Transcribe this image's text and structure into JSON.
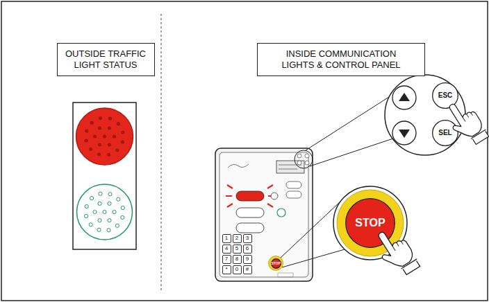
{
  "diagram": {
    "nodes": [
      {
        "text": [
          "OUTSIDE TRAFFIC LIGHT STATUS"
        ]
      },
      {
        "text": [
          "INSIDE COMMUNICATION LIGHTS & CONTROL PANEL"
        ]
      },
      {
        "text": [
          "ESC"
        ]
      },
      {
        "text": [
          "SEL"
        ]
      },
      {
        "text": [
          "1"
        ]
      },
      {
        "text": [
          "2"
        ]
      },
      {
        "text": [
          "3"
        ]
      },
      {
        "text": [
          "4"
        ]
      },
      {
        "text": [
          "5"
        ]
      },
      {
        "text": [
          "6"
        ]
      },
      {
        "text": [
          "7"
        ]
      },
      {
        "text": [
          "8"
        ]
      },
      {
        "text": [
          "9"
        ]
      },
      {
        "text": [
          "*"
        ]
      },
      {
        "text": [
          "0"
        ]
      },
      {
        "text": [
          "#"
        ]
      },
      {
        "text": [
          "STOP"
        ]
      },
      {
        "text": [
          "STOP"
        ]
      }
    ]
  }
}
